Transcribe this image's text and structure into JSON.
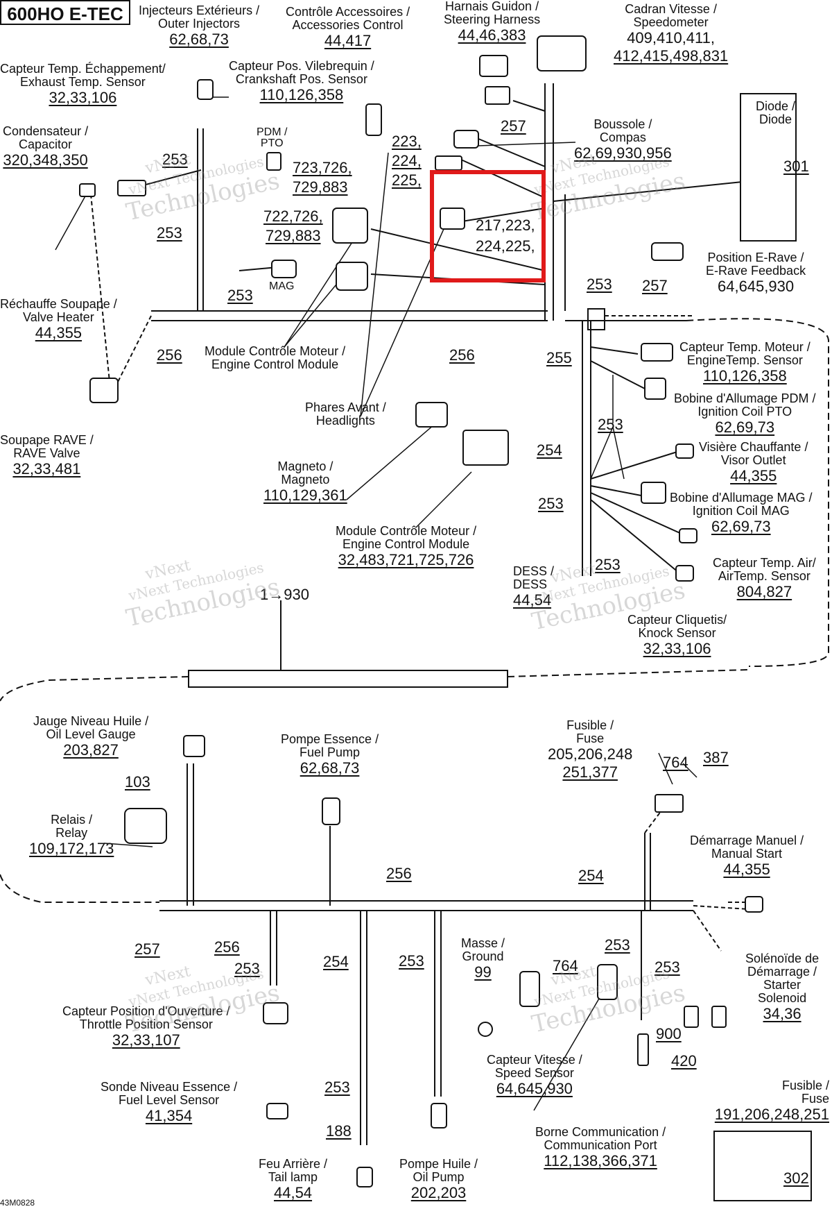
{
  "title": "600HO E-TEC",
  "drawing_code": "43M0828",
  "watermark": [
    "vNext",
    "vNext Technologies",
    "Technologies"
  ],
  "highlight_color": "#e01a1a",
  "labels": {
    "outer_injectors": {
      "fr": "Injecteurs Extérieurs /",
      "en": "Outer Injectors",
      "num": "62,68,73"
    },
    "accessories_control": {
      "fr": "Contrôle Accessoires /",
      "en": "Accessories Control",
      "num": "44,417"
    },
    "steering_harness": {
      "fr": "Harnais Guidon /",
      "en": "Steering Harness",
      "num": "44,46,383"
    },
    "speedometer": {
      "fr": "Cadran Vitesse /",
      "en": "Speedometer",
      "num": "409,410,411,",
      "num2": "412,415,498,831"
    },
    "exhaust_temp": {
      "fr": "Capteur Temp. Échappement/",
      "en": "Exhaust Temp. Sensor",
      "num": "32,33,106"
    },
    "crankshaft": {
      "fr": "Capteur Pos. Vilebrequin /",
      "en": "Crankshaft Pos. Sensor",
      "num": "110,126,358"
    },
    "capacitor": {
      "fr": "Condensateur /",
      "en": "Capacitor",
      "num": "320,348,350"
    },
    "pdm_pto": {
      "fr": "PDM /",
      "en": "PTO"
    },
    "compass": {
      "fr": "Boussole /",
      "en": "Compas",
      "num": "62,69,930,956"
    },
    "diode": {
      "fr": "Diode /",
      "en": "Diode"
    },
    "erave_feedback": {
      "fr": "Position E-Rave /",
      "en": "E-Rave Feedback",
      "num": "64,645,930"
    },
    "mag": {
      "en": "MAG"
    },
    "valve_heater": {
      "fr": "Réchauffe Soupape /",
      "en": "Valve Heater",
      "num": "44,355"
    },
    "ecm_top": {
      "fr": "Module Contrôle Moteur /",
      "en": "Engine Control Module"
    },
    "headlights": {
      "fr": "Phares Avant /",
      "en": "Headlights"
    },
    "rave_valve": {
      "fr": "Soupape RAVE /",
      "en": "RAVE Valve",
      "num": "32,33,481"
    },
    "engine_temp": {
      "fr": "Capteur Temp. Moteur /",
      "en": "EngineTemp. Sensor",
      "num": "110,126,358"
    },
    "coil_pto": {
      "fr": "Bobine d'Allumage PDM /",
      "en": "Ignition Coil PTO",
      "num": "62,69,73"
    },
    "visor_outlet": {
      "fr": "Visière Chauffante /",
      "en": "Visor Outlet",
      "num": "44,355"
    },
    "coil_mag": {
      "fr": "Bobine d'Allumage MAG /",
      "en": "Ignition Coil MAG",
      "num": "62,69,73"
    },
    "magneto": {
      "fr": "Magneto /",
      "en": "Magneto",
      "num": "110,129,361"
    },
    "ecm_bottom": {
      "fr": "Module Contrôle Moteur /",
      "en": "Engine Control Module",
      "num": "32,483,721,725,726"
    },
    "air_temp": {
      "fr": "Capteur Temp. Air/",
      "en": "AirTemp. Sensor",
      "num": "804,827"
    },
    "dess": {
      "fr": "DESS /",
      "en": "DESS",
      "num": "44,54"
    },
    "knock": {
      "fr": "Capteur Cliquetis/",
      "en": "Knock Sensor",
      "num": "32,33,106"
    },
    "oil_level": {
      "fr": "Jauge Niveau Huile /",
      "en": "Oil Level Gauge",
      "num": "203,827"
    },
    "fuel_pump": {
      "fr": "Pompe Essence /",
      "en": "Fuel Pump",
      "num": "62,68,73"
    },
    "fuse_top": {
      "fr": "Fusible /",
      "en": "Fuse",
      "num": "205,206,248",
      "num2": "251,377"
    },
    "relay": {
      "fr": "Relais /",
      "en": "Relay",
      "num": "109,172,173"
    },
    "manual_start": {
      "fr": "Démarrage Manuel /",
      "en": "Manual Start",
      "num": "44,355"
    },
    "ground": {
      "fr": "Masse /",
      "en": "Ground",
      "num": "99"
    },
    "starter_solenoid": {
      "fr": "Solénoïde de",
      "fr2": "Démarrage /",
      "en": "Starter",
      "en2": "Solenoid",
      "num": "34,36"
    },
    "throttle_pos": {
      "fr": "Capteur Position d'Ouverture /",
      "en": "Throttle Position Sensor",
      "num": "32,33,107"
    },
    "speed_sensor": {
      "fr": "Capteur Vitesse /",
      "en": "Speed Sensor",
      "num": "64,645,930"
    },
    "fuel_level": {
      "fr": "Sonde Niveau Essence /",
      "en": "Fuel Level Sensor",
      "num": "41,354"
    },
    "fuse_bottom": {
      "fr": "Fusible /",
      "en": "Fuse",
      "num": "191,206,248,251"
    },
    "comm_port": {
      "fr": "Borne Communication /",
      "en": "Communication Port",
      "num": "112,138,366,371"
    },
    "tail_lamp": {
      "fr": "Feu Arrière /",
      "en": "Tail lamp",
      "num": "44,54"
    },
    "oil_pump": {
      "fr": "Pompe Huile /",
      "en": "Oil Pump",
      "num": "202,203"
    }
  },
  "refs": {
    "r223": "223,",
    "r224": "224,",
    "r225": "225,",
    "r257a": "257",
    "r301": "301",
    "r253a": "253",
    "r253b": "253",
    "r253c": "253",
    "r723": "723,726,",
    "r729a": "729,883",
    "r722": "722,726,",
    "r729b": "729,883",
    "r217": "217,223,",
    "r224b": "224,225,",
    "r253d": "253",
    "r257b": "257",
    "r256a": "256",
    "r256b": "256",
    "r255": "255",
    "r253e": "253",
    "r254a": "254",
    "r253f": "253",
    "r253g": "253",
    "r1930": "1→930",
    "r103": "103",
    "r764a": "764",
    "r387": "387",
    "r256c": "256",
    "r254b": "254",
    "r257c": "257",
    "r256d": "256",
    "r253h": "253",
    "r254c": "254",
    "r253i": "253",
    "r764b": "764",
    "r253j": "253",
    "r253k": "253",
    "r900": "900",
    "r420": "420",
    "r253l": "253",
    "r188": "188",
    "r302": "302"
  }
}
